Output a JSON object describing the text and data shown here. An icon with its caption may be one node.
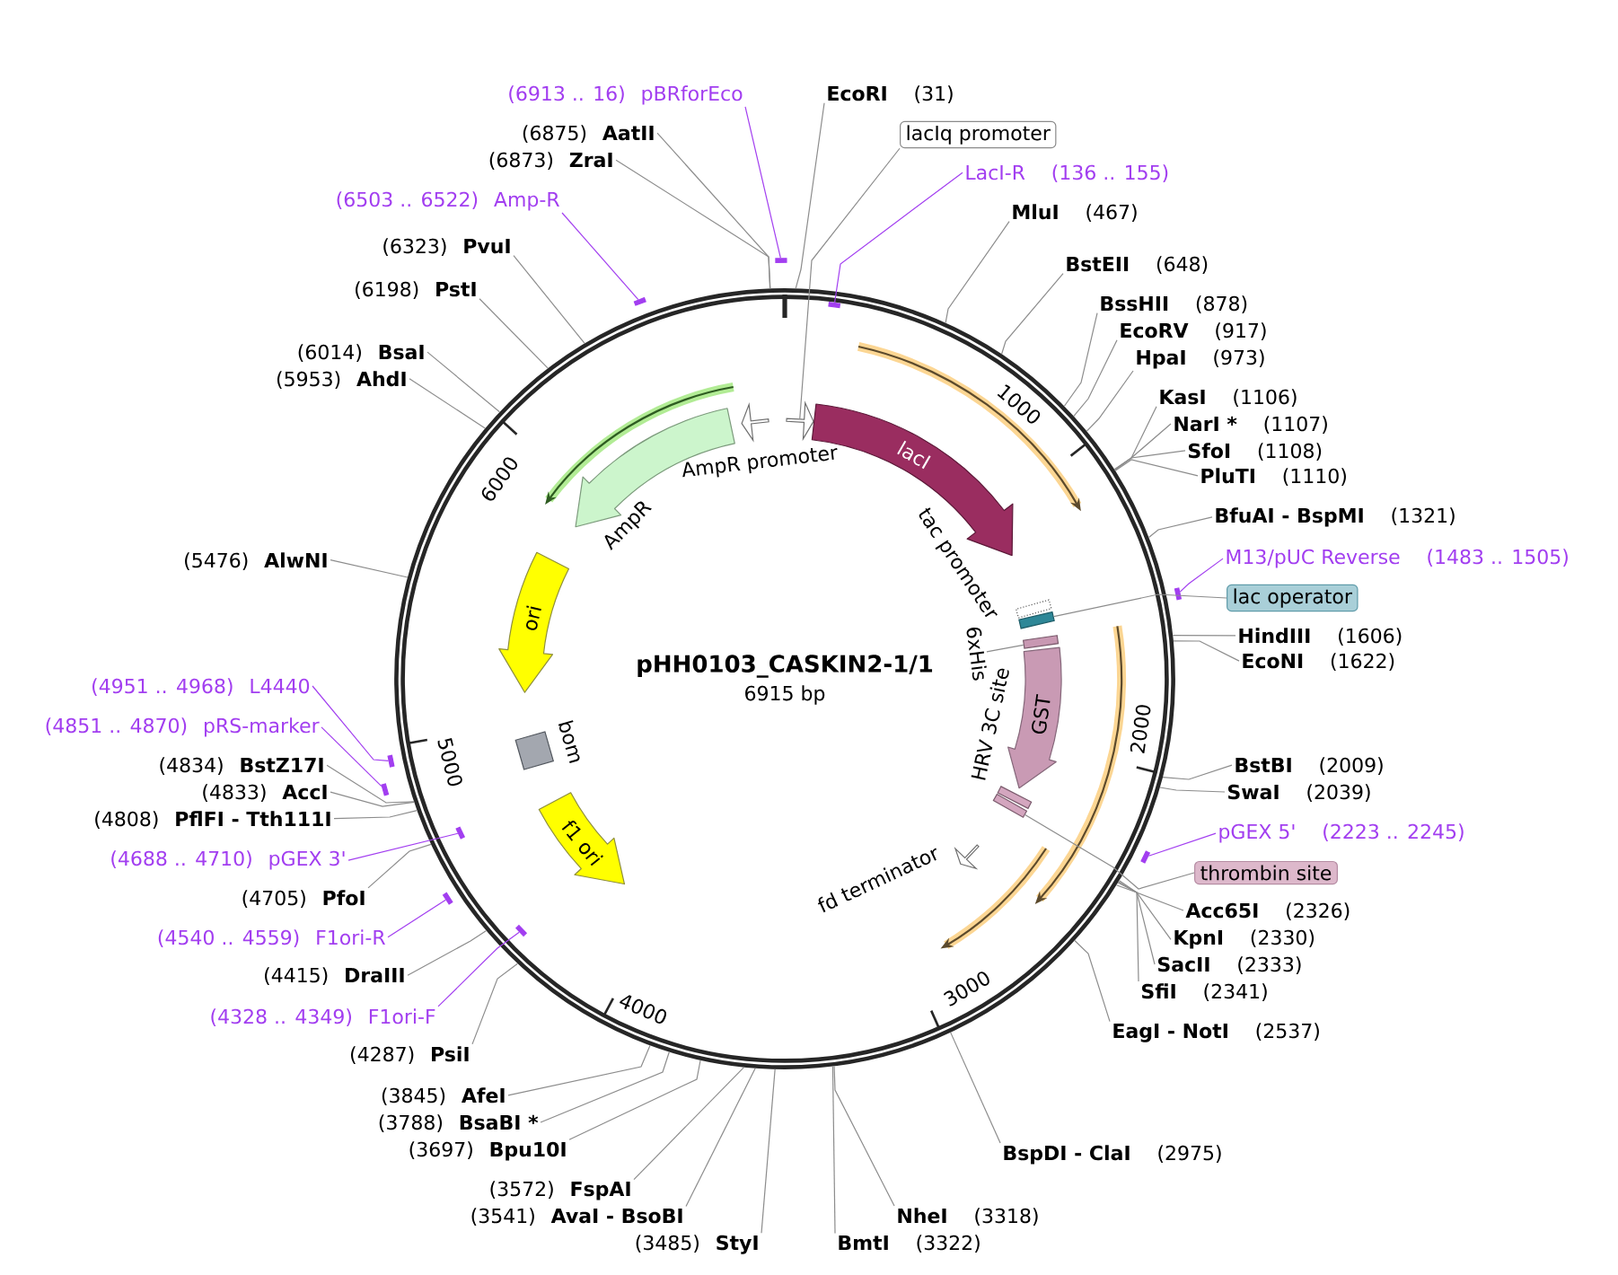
{
  "diagram": {
    "title": "pHH0103_CASKIN2-1/1",
    "nodes": [
      {
        "text": [
          "EcoRI",
          "(31)"
        ]
      },
      {
        "text": [
          "lacIq promoter"
        ]
      },
      {
        "text": [
          "LacI-R",
          "(136 .. 155)"
        ]
      },
      {
        "text": [
          "MluI",
          "(467)"
        ]
      },
      {
        "text": [
          "BstEII",
          "(648)"
        ]
      },
      {
        "text": [
          "BssHII",
          "(878)"
        ]
      },
      {
        "text": [
          "EcoRV",
          "(917)"
        ]
      },
      {
        "text": [
          "HpaI",
          "(973)"
        ]
      },
      {
        "text": [
          "KasI",
          "(1106)"
        ]
      },
      {
        "text": [
          "NarI *",
          "(1107)"
        ]
      },
      {
        "text": [
          "SfoI",
          "(1108)"
        ]
      },
      {
        "text": [
          "PluTI",
          "(1110)"
        ]
      },
      {
        "text": [
          "BfuAI - BspMI",
          "(1321)"
        ]
      },
      {
        "text": [
          "M13/pUC Reverse",
          "(1483 .. 1505)"
        ]
      },
      {
        "text": [
          "lac operator"
        ]
      },
      {
        "text": [
          "HindIII",
          "(1606)"
        ]
      },
      {
        "text": [
          "EcoNI",
          "(1622)"
        ]
      },
      {
        "text": [
          "BstBI",
          "(2009)"
        ]
      },
      {
        "text": [
          "SwaI",
          "(2039)"
        ]
      },
      {
        "text": [
          "pGEX 5'",
          "(2223 .. 2245)"
        ]
      },
      {
        "text": [
          "thrombin site"
        ]
      },
      {
        "text": [
          "Acc65I",
          "(2326)"
        ]
      },
      {
        "text": [
          "KpnI",
          "(2330)"
        ]
      },
      {
        "text": [
          "SacII",
          "(2333)"
        ]
      },
      {
        "text": [
          "SfiI",
          "(2341)"
        ]
      },
      {
        "text": [
          "EagI - NotI",
          "(2537)"
        ]
      },
      {
        "text": [
          "BspDI - ClaI",
          "(2975)"
        ]
      },
      {
        "text": [
          "NheI",
          "(3318)"
        ]
      },
      {
        "text": [
          "BmtI",
          "(3322)"
        ]
      },
      {
        "text": [
          "(3485)",
          "StyI"
        ]
      },
      {
        "text": [
          "(3541)",
          "AvaI - BsoBI"
        ]
      },
      {
        "text": [
          "(3572)",
          "FspAI"
        ]
      },
      {
        "text": [
          "(3697)",
          "Bpu10I"
        ]
      },
      {
        "text": [
          "(3788)",
          "BsaBI *"
        ]
      },
      {
        "text": [
          "(3845)",
          "AfeI"
        ]
      },
      {
        "text": [
          "(4287)",
          "PsiI"
        ]
      },
      {
        "text": [
          "(4328 .. 4349)",
          "F1ori-F"
        ]
      },
      {
        "text": [
          "(4415)",
          "DraIII"
        ]
      },
      {
        "text": [
          "(4540 .. 4559)",
          "F1ori-R"
        ]
      },
      {
        "text": [
          "(4705)",
          "PfoI"
        ]
      },
      {
        "text": [
          "(4688 .. 4710)",
          "pGEX 3'"
        ]
      },
      {
        "text": [
          "(4808)",
          "PflFI - Tth111I"
        ]
      },
      {
        "text": [
          "(4833)",
          "AccI"
        ]
      },
      {
        "text": [
          "(4834)",
          "BstZ17I"
        ]
      },
      {
        "text": [
          "(4851 .. 4870)",
          "pRS-marker"
        ]
      },
      {
        "text": [
          "(4951 .. 4968)",
          "L4440"
        ]
      },
      {
        "text": [
          "(5476)",
          "AlwNI"
        ]
      },
      {
        "text": [
          "(5953)",
          "AhdI"
        ]
      },
      {
        "text": [
          "(6014)",
          "BsaI"
        ]
      },
      {
        "text": [
          "(6198)",
          "PstI"
        ]
      },
      {
        "text": [
          "(6323)",
          "PvuI"
        ]
      },
      {
        "text": [
          "(6503 .. 6522)",
          "Amp-R"
        ]
      },
      {
        "text": [
          "(6873)",
          "ZraI"
        ]
      },
      {
        "text": [
          "(6875)",
          "AatII"
        ]
      },
      {
        "text": [
          "(6913 .. 16)",
          "pBRforEco"
        ]
      },
      {
        "text": [],
        "shape": "arrow"
      },
      {
        "text": [
          "AmpR promoter"
        ]
      },
      {
        "text": [
          "lacI"
        ]
      },
      {
        "text": [
          "AmpR"
        ]
      },
      {
        "text": [
          "tac promoter"
        ]
      },
      {
        "text": [],
        "shape": "bar"
      },
      {
        "text": [
          "6xHis"
        ]
      },
      {
        "text": [],
        "shape": "bar"
      },
      {
        "text": [
          "GST"
        ]
      },
      {
        "text": [
          "HRV 3C site"
        ]
      },
      {
        "text": [],
        "shape": "bar"
      },
      {
        "text": [
          "fd terminator"
        ]
      },
      {
        "text": [
          "ori"
        ]
      },
      {
        "text": [
          "bom"
        ]
      },
      {
        "text": [
          "f1 ori"
        ]
      },
      {
        "text": [],
        "shape": "bar"
      },
      {
        "text": [],
        "shape": "bar"
      },
      {
        "text": [],
        "shape": "bar"
      },
      {
        "text": [],
        "shape": "bar"
      },
      {
        "text": [],
        "shape": "bar"
      },
      {
        "text": [],
        "shape": "bar"
      },
      {
        "text": [],
        "shape": "bar"
      },
      {
        "text": [],
        "shape": "bar"
      },
      {
        "text": [],
        "shape": "bar"
      },
      {
        "text": [],
        "shape": "bar"
      }
    ],
    "edges": [
      {
        "from": 0,
        "to": null,
        "arrow": "none"
      },
      {
        "from": 1,
        "to": 55,
        "arrow": "none"
      },
      {
        "from": 2,
        "to": 70,
        "arrow": "none",
        "color": "#a23ef0"
      },
      {
        "from": 3,
        "to": null,
        "arrow": "none"
      },
      {
        "from": 4,
        "to": null,
        "arrow": "none"
      },
      {
        "from": 5,
        "to": null,
        "arrow": "none"
      },
      {
        "from": 6,
        "to": null,
        "arrow": "none"
      },
      {
        "from": 7,
        "to": null,
        "arrow": "none"
      },
      {
        "from": 8,
        "to": null,
        "arrow": "none"
      },
      {
        "from": 9,
        "to": null,
        "arrow": "none"
      },
      {
        "from": 10,
        "to": null,
        "arrow": "none"
      },
      {
        "from": 11,
        "to": null,
        "arrow": "none"
      },
      {
        "from": 12,
        "to": null,
        "arrow": "none"
      },
      {
        "from": 13,
        "to": 71,
        "arrow": "none",
        "color": "#a23ef0"
      },
      {
        "from": 14,
        "to": 60,
        "arrow": "none"
      },
      {
        "from": 15,
        "to": null,
        "arrow": "none"
      },
      {
        "from": 16,
        "to": null,
        "arrow": "none"
      },
      {
        "from": 17,
        "to": null,
        "arrow": "none"
      },
      {
        "from": 18,
        "to": null,
        "arrow": "none"
      },
      {
        "from": 19,
        "to": 72,
        "arrow": "none",
        "color": "#a23ef0"
      },
      {
        "from": 20,
        "to": 65,
        "arrow": "none"
      },
      {
        "from": 21,
        "to": null,
        "arrow": "none"
      },
      {
        "from": 22,
        "to": null,
        "arrow": "none"
      },
      {
        "from": 23,
        "to": null,
        "arrow": "none"
      },
      {
        "from": 24,
        "to": null,
        "arrow": "none"
      },
      {
        "from": 25,
        "to": null,
        "arrow": "none"
      },
      {
        "from": 26,
        "to": null,
        "arrow": "none"
      },
      {
        "from": 27,
        "to": null,
        "arrow": "none"
      },
      {
        "from": 28,
        "to": null,
        "arrow": "none"
      },
      {
        "from": 29,
        "to": null,
        "arrow": "none"
      },
      {
        "from": 30,
        "to": null,
        "arrow": "none"
      },
      {
        "from": 31,
        "to": null,
        "arrow": "none"
      },
      {
        "from": 32,
        "to": null,
        "arrow": "none"
      },
      {
        "from": 33,
        "to": null,
        "arrow": "none"
      },
      {
        "from": 34,
        "to": null,
        "arrow": "none"
      },
      {
        "from": 35,
        "to": null,
        "arrow": "none"
      },
      {
        "from": 36,
        "to": 73,
        "arrow": "none",
        "color": "#a23ef0"
      },
      {
        "from": 37,
        "to": null,
        "arrow": "none"
      },
      {
        "from": 38,
        "to": 74,
        "arrow": "none",
        "color": "#a23ef0"
      },
      {
        "from": 39,
        "to": null,
        "arrow": "none"
      },
      {
        "from": 40,
        "to": 75,
        "arrow": "none",
        "color": "#a23ef0"
      },
      {
        "from": 41,
        "to": null,
        "arrow": "none"
      },
      {
        "from": 42,
        "to": null,
        "arrow": "none"
      },
      {
        "from": 43,
        "to": null,
        "arrow": "none"
      },
      {
        "from": 44,
        "to": 76,
        "arrow": "none",
        "color": "#a23ef0"
      },
      {
        "from": 45,
        "to": 77,
        "arrow": "none",
        "color": "#a23ef0"
      },
      {
        "from": 46,
        "to": null,
        "arrow": "none"
      },
      {
        "from": 47,
        "to": null,
        "arrow": "none"
      },
      {
        "from": 48,
        "to": null,
        "arrow": "none"
      },
      {
        "from": 49,
        "to": null,
        "arrow": "none"
      },
      {
        "from": 50,
        "to": null,
        "arrow": "none"
      },
      {
        "from": 51,
        "to": 78,
        "arrow": "none",
        "color": "#a23ef0"
      },
      {
        "from": 52,
        "to": null,
        "arrow": "none"
      },
      {
        "from": 53,
        "to": null,
        "arrow": "none"
      },
      {
        "from": 54,
        "to": 79,
        "arrow": "none",
        "color": "#a23ef0"
      },
      {
        "from": 61,
        "to": 62,
        "arrow": "none"
      }
    ],
    "labels": [
      "6915 bp",
      "1000",
      "2000",
      "3000",
      "4000",
      "5000",
      "6000"
    ]
  }
}
